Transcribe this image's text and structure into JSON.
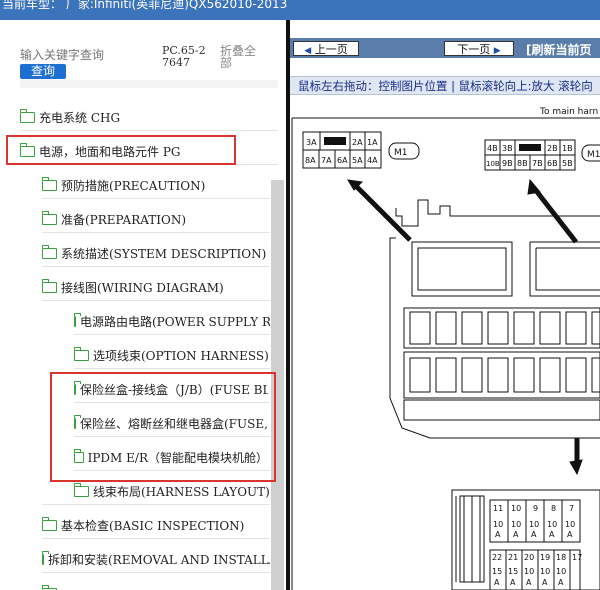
{
  "header": {
    "title": "当前车型： 厂家:Infiniti(英菲尼迪)QX562010-2013"
  },
  "search": {
    "placeholder": "输入关键字查询",
    "button": "查询",
    "code": "PC.65-27647",
    "collapse_all": "折叠全部"
  },
  "tree": {
    "items": [
      {
        "label": "充电系统 CHG"
      },
      {
        "label": "电源，地面和电路元件 PG"
      },
      {
        "label": "预防措施(PRECAUTION)"
      },
      {
        "label": "准备(PREPARATION)"
      },
      {
        "label": "系统描述(SYSTEM DESCRIPTION)"
      },
      {
        "label": "接线图(WIRING DIAGRAM)"
      },
      {
        "label": "电源路由电路(POWER SUPPLY ROUTING CIRCUIT)"
      },
      {
        "label": "选项线束(OPTION HARNESS)"
      },
      {
        "label": "保险丝盒-接线盒（J/B）(FUSE BLOCK - JUNCTION BOX (J/B))"
      },
      {
        "label": "保险丝、熔断丝和继电器盒(FUSE, FUSIBLE LINK AND RELAY BOX)"
      },
      {
        "label": "IPDM E/R（智能配电模块机舱）"
      },
      {
        "label": "线束布局(HARNESS LAYOUT)"
      },
      {
        "label": "基本检查(BASIC INSPECTION)"
      },
      {
        "label": "拆卸和安装(REMOVAL AND INSTALLATION)"
      }
    ]
  },
  "viewer": {
    "prev_page": "上一页",
    "next_page": "下一页",
    "refresh": "[刷新当前页",
    "hint": "鼠标左右拖动：控制图片位置 | 鼠标滚轮向上:放大   滚轮向",
    "diagram": {
      "to_main": "To main harn",
      "m1": "M1",
      "conn_left_top": [
        "3A",
        "",
        "2A",
        "1A"
      ],
      "conn_left_bottom": [
        "8A",
        "7A",
        "6A",
        "5A",
        "4A"
      ],
      "conn_right_top": [
        "4B",
        "3B",
        "",
        "2B",
        "1B"
      ],
      "conn_right_bottom": [
        "10B",
        "9B",
        "8B",
        "7B",
        "6B",
        "5B"
      ],
      "fuse_row1": [
        "11",
        "10",
        "9",
        "8",
        "7"
      ],
      "fuse_row1_amp": [
        "10",
        "10",
        "10",
        "10",
        "10"
      ],
      "fuse_row2": [
        "22",
        "21",
        "20",
        "19",
        "18",
        "17"
      ],
      "fuse_row2_amp": [
        "15",
        "15",
        "10",
        "10",
        "10",
        ""
      ],
      "amp": "A"
    }
  }
}
